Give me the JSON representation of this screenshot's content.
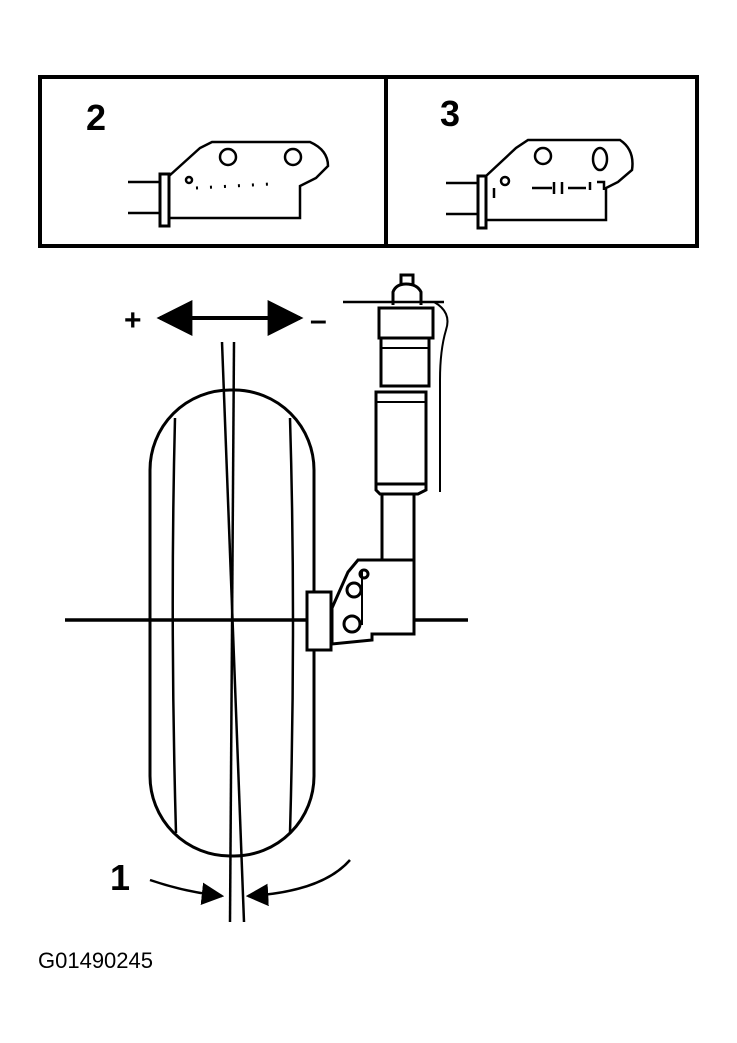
{
  "panels": [
    {
      "number": "2"
    },
    {
      "number": "3"
    }
  ],
  "main": {
    "plus_sign": "+",
    "minus_sign": "–",
    "callout_number": "1"
  },
  "figure_code": "G01490245",
  "colors": {
    "ink": "#000000",
    "paper": "#ffffff"
  }
}
